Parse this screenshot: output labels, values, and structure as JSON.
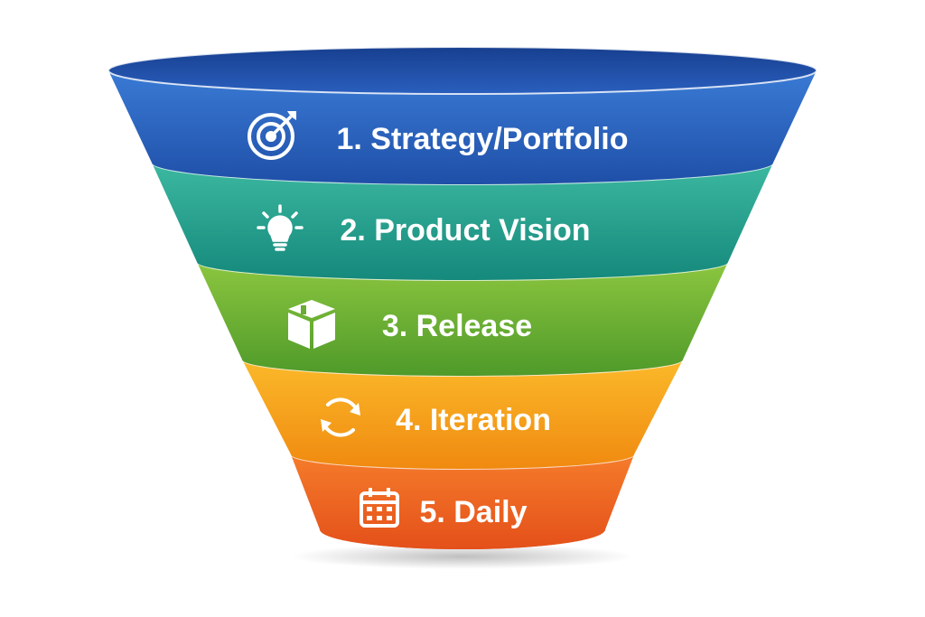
{
  "funnel": {
    "stages": [
      {
        "number": "1.",
        "label": "1. Strategy/Portfolio",
        "icon": "target-icon",
        "color_top": "#3a7bd5",
        "color_bottom": "#1f4fa8"
      },
      {
        "number": "2.",
        "label": "2. Product Vision",
        "icon": "lightbulb-icon",
        "color_top": "#3cb8a0",
        "color_bottom": "#15897c"
      },
      {
        "number": "3.",
        "label": "3. Release",
        "icon": "box-icon",
        "color_top": "#8cc63f",
        "color_bottom": "#4f9a2a"
      },
      {
        "number": "4.",
        "label": "4. Iteration",
        "icon": "refresh-cycle-icon",
        "color_top": "#fbb92a",
        "color_bottom": "#f08a10"
      },
      {
        "number": "5.",
        "label": "5. Daily",
        "icon": "calendar-icon",
        "color_top": "#f57c2b",
        "color_bottom": "#e4501a"
      }
    ]
  }
}
